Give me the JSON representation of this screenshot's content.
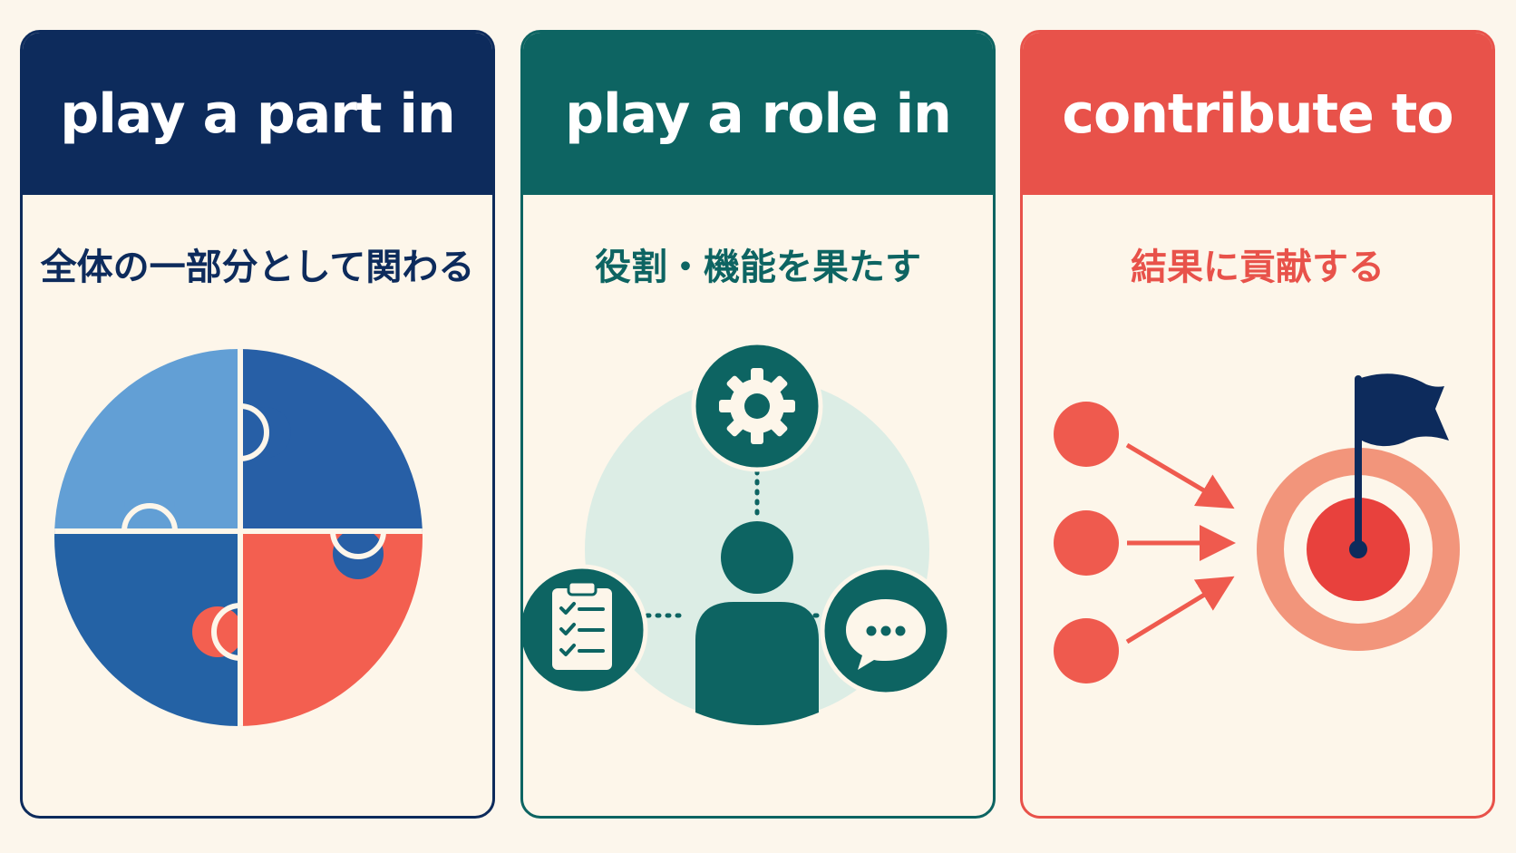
{
  "cards": [
    {
      "title": "play a part in",
      "subtitle": "全体の一部分として関わる",
      "icon": "puzzle-icon"
    },
    {
      "title": "play a role in",
      "subtitle": "役割・機能を果たす",
      "icon": "person-role-icon"
    },
    {
      "title": "contribute to",
      "subtitle": "結果に貢献する",
      "icon": "target-flag-icon"
    }
  ],
  "colors": {
    "navy": "#0d2b5c",
    "teal": "#0d6462",
    "coral": "#e8524a",
    "background": "#fcf6ec"
  }
}
